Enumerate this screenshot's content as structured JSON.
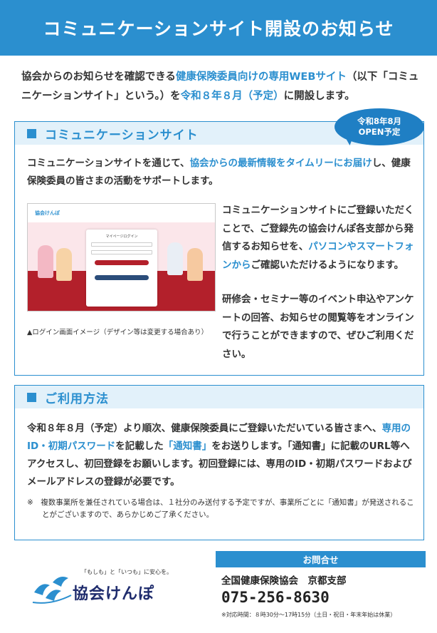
{
  "header": {
    "title": "コミュニケーションサイト開設のお知らせ"
  },
  "intro": {
    "p1": "協会からのお知らせを確認できる",
    "hl1": "健康保険委員向けの専用WEBサイト",
    "p2": "（以下「コミュニケーションサイト」という。）を",
    "hl2": "令和８年８月（予定）",
    "p3": "に開設します。"
  },
  "badge": {
    "line1": "令和8年8月",
    "line2": "OPEN予定"
  },
  "section1": {
    "title": "コミュニケーションサイト",
    "lead_a": "コミュニケーションサイトを通じて、",
    "lead_hl": "協会からの最新情報をタイムリーにお届け",
    "lead_b": "し、健康保険委員の皆さまの活動をサポートします。",
    "mock_logo": "協会けんぽ",
    "mock_card_title": "マイページログイン",
    "caption": "▲ログイン画面イメージ（デザイン等は変更する場合あり）",
    "right_a": "コミュニケーションサイトにご登録いただくことで、ご登録先の協会けんぽ各支部から発信するお知らせを、",
    "right_hl": "パソコンやスマートフォンから",
    "right_b": "ご確認いただけるようになります。",
    "right2": "研修会・セミナー等のイベント申込やアンケートの回答、お知らせの閲覧等をオンラインで行うことができますので、ぜひご利用ください。"
  },
  "section2": {
    "title": "ご利用方法",
    "t1": "令和８年８月（予定）より順次、健康保険委員にご登録いただいている皆さまへ、",
    "hl1": "専用のID・初期パスワード",
    "t2": "を記載した",
    "hl2": "「通知書」",
    "t3": "をお送りします。「通知書」に記載のURL等へアクセスし、初回登録をお願いします。初回登録には、専用のID・初期パスワードおよびメールアドレスの登録が必要です。",
    "note": "※　複数事業所を兼任されている場合は、１社分のみ送付する予定ですが、事業所ごとに「通知書」が発送されることがございますので、あらかじめご了承ください。"
  },
  "logo": {
    "tagline": "「もしも」と「いつも」に安心を。",
    "name": "協会けんぽ"
  },
  "contact": {
    "label": "お問合せ",
    "org": "全国健康保険協会　京都支部",
    "tel": "075-256-8630",
    "hours": "※対応時間：８時30分～17時15分（土日・祝日・年末年始は休業）"
  },
  "colors": {
    "accent": "#2b8fcf",
    "badge": "#1f7fc4",
    "logo": "#1f2c6d",
    "mock_red": "#b3202b"
  }
}
